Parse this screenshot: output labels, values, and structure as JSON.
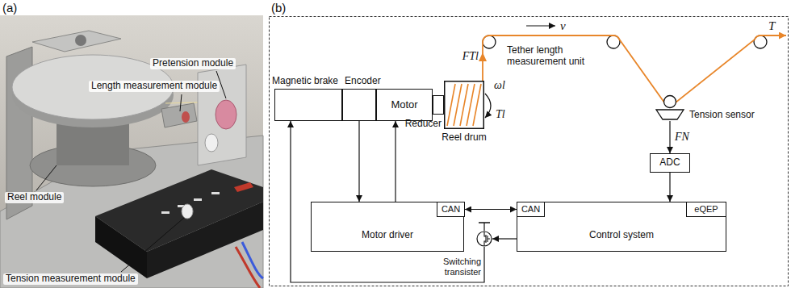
{
  "diagram": {
    "nodes": [
      {
        "text": [
          "Magnetic brake"
        ]
      },
      {
        "text": [
          "Encoder"
        ]
      },
      {
        "text": [
          "Motor"
        ]
      },
      {
        "text": [
          "Reducer"
        ]
      },
      {
        "text": [
          "Reel drum"
        ]
      },
      {
        "text": [
          "Tension sensor"
        ]
      },
      {
        "text": [
          "ADC"
        ]
      },
      {
        "text": [
          "Motor driver"
        ]
      },
      {
        "text": [
          "CAN"
        ],
        "in": 7
      },
      {
        "text": [
          "Switching transister"
        ]
      },
      {
        "text": [
          "Control system"
        ]
      },
      {
        "text": [
          "CAN"
        ],
        "in": 10
      },
      {
        "text": [
          "eQEP"
        ],
        "in": 10
      }
    ],
    "edges": [
      {
        "from": 1,
        "to": 7,
        "arrow": "to"
      },
      {
        "from": 7,
        "to": 2,
        "arrow": "to"
      },
      {
        "from": 5,
        "to": 6,
        "arrow": "to",
        "label": "FN"
      },
      {
        "from": 6,
        "to": 10,
        "arrow": "to"
      },
      {
        "from": 8,
        "to": 11,
        "arrow": "both"
      },
      {
        "from": 10,
        "to": 9,
        "arrow": "to"
      },
      {
        "from": 9,
        "to": 0,
        "arrow": "to"
      }
    ],
    "labels": [
      "(a)",
      "Pretension module",
      "Length measurement module",
      "Reel module",
      "Tension measurement module",
      "(b)",
      "v",
      "Tether length measurement unit",
      "T",
      "FTl",
      "ωl",
      "Tl"
    ]
  }
}
